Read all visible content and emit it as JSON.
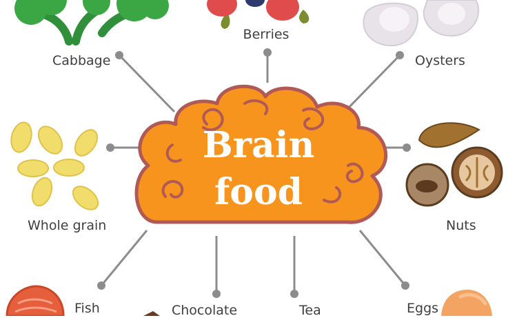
{
  "title": {
    "line1": "Brain",
    "line2": "food"
  },
  "foods": {
    "cabbage": "Cabbage",
    "berries": "Berries",
    "oysters": "Oysters",
    "whole_grain": "Whole grain",
    "nuts": "Nuts",
    "fish": "Fish",
    "chocolate": "Chocolate",
    "tea": "Tea",
    "eggs": "Eggs"
  },
  "colors": {
    "brain_fill": "#f7941d",
    "brain_outline": "#b15a55",
    "connector": "#8c8c8c",
    "label_text": "#3f3f3f"
  }
}
